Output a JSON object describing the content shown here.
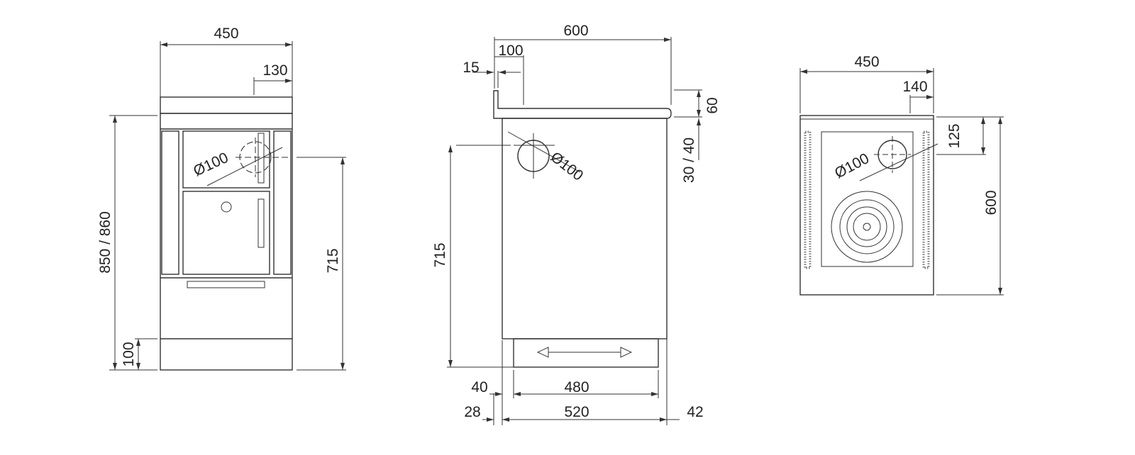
{
  "front_view": {
    "width": "450",
    "flue_offset": "130",
    "height": "850 / 860",
    "flue_height": "715",
    "plinth": "100",
    "flue_diameter": "Ø100"
  },
  "side_view": {
    "depth": "600",
    "upstand_offset": "100",
    "upstand_thickness": "15",
    "top_height": "60",
    "top_thickness": "30 / 40",
    "flue_height": "715",
    "flue_diameter": "Ø100",
    "plinth_front": "40",
    "plinth_depth": "480",
    "front_overhang": "28",
    "body_depth": "520",
    "rear_overhang": "42"
  },
  "top_view": {
    "width": "450",
    "flue_offset_x": "140",
    "flue_offset_y": "125",
    "depth": "600",
    "flue_diameter": "Ø100"
  }
}
